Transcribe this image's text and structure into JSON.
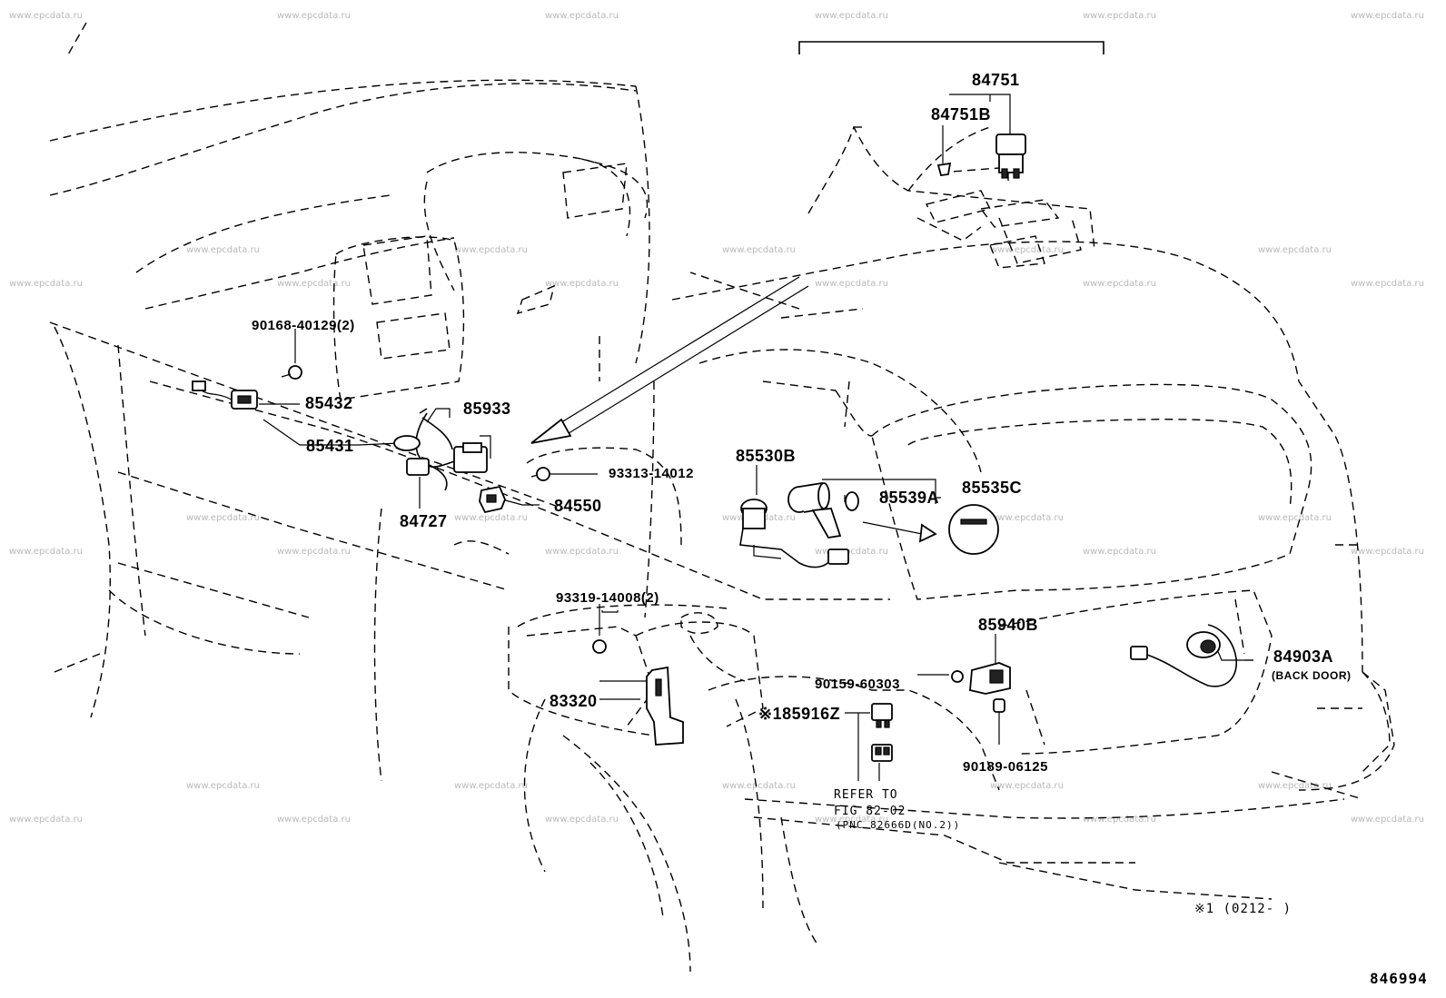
{
  "watermark": "www.epcdata.ru",
  "figure_number": "846994",
  "labels": {
    "p84751": "84751",
    "p84751b": "84751B",
    "p90168": "90168-40129(2)",
    "p85432": "85432",
    "p85431": "85431",
    "p85933": "85933",
    "p93313": "93313-14012",
    "p84550": "84550",
    "p84727": "84727",
    "p85530b": "85530B",
    "p85539a": "85539A",
    "p85535c": "85535C",
    "p93319": "93319-14008(2)",
    "p85940b": "85940B",
    "p84903a": "84903A",
    "back_door": "(BACK DOOR)",
    "p90159": "90159-60303",
    "p83320": "83320",
    "p85916z": "※185916Z",
    "p90189": "90189-06125",
    "refer1": "REFER TO",
    "refer2": "FIG 82-02",
    "refer3": "(PNC 82666D(NO.2))",
    "footnote": "※1 (0212-     )"
  }
}
